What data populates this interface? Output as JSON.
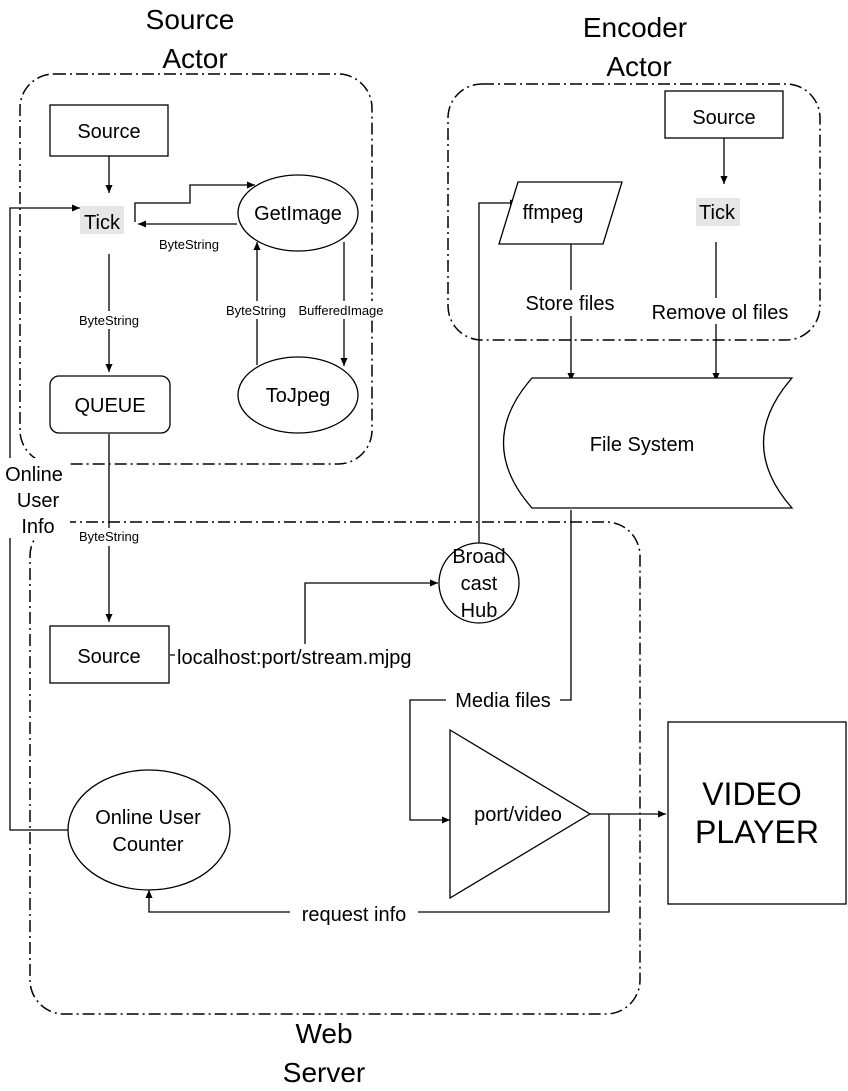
{
  "groups": {
    "source_actor": [
      "Source",
      "Actor"
    ],
    "encoder_actor": [
      "Encoder",
      "Actor"
    ],
    "web_server": [
      "Web",
      "Server"
    ]
  },
  "source_actor": {
    "source": "Source",
    "tick": "Tick",
    "get_image": "GetImage",
    "to_jpeg": "ToJpeg",
    "queue": "QUEUE",
    "edge_getimage_to_tick": "ByteString",
    "edge_tojpeg_to_getimage": "ByteString",
    "edge_getimage_to_tojpeg": "BufferedImage",
    "edge_tick_to_queue": "ByteString"
  },
  "encoder_actor": {
    "source": "Source",
    "tick": "Tick",
    "ffmpeg": "ffmpeg",
    "store_files": "Store files",
    "remove_files": "Remove ol files"
  },
  "file_system": "File System",
  "online_user_info": [
    "Online",
    "User",
    "Info"
  ],
  "edge_queue_to_source": "ByteString",
  "web_server": {
    "source": "Source",
    "stream_url": "localhost:port/stream.mjpg",
    "broadcast_hub": [
      "Broad",
      "cast",
      "Hub"
    ],
    "media_files": "Media files",
    "port_video": "port/video",
    "online_user_counter": [
      "Online User",
      "Counter"
    ],
    "request_info": "request info"
  },
  "video_player": [
    "VIDEO",
    "PLAYER"
  ]
}
